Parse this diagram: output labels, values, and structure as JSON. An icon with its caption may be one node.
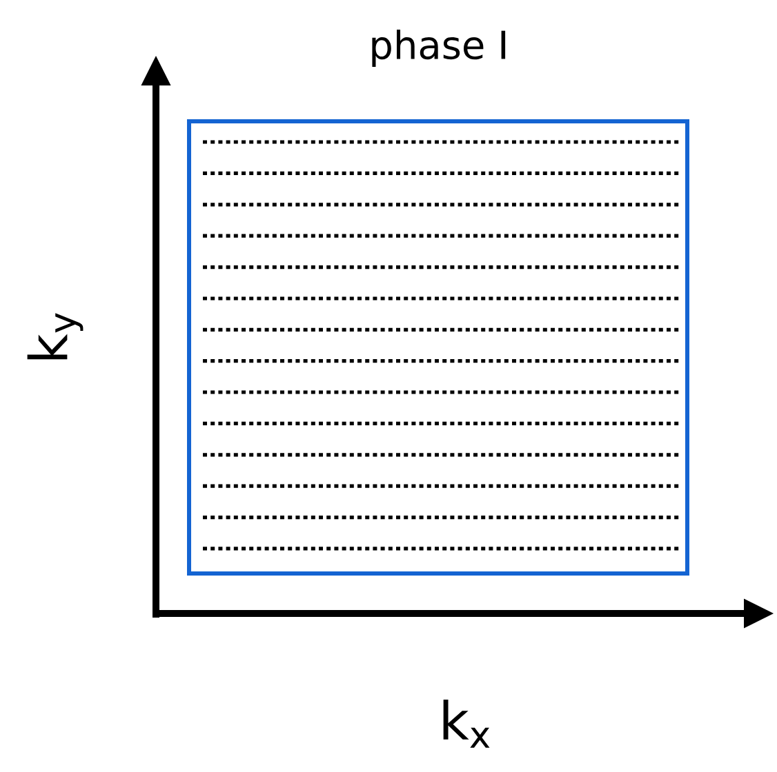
{
  "diagram": {
    "title": "phase I",
    "labels": [
      "k$_{y}$",
      "k$_{x}$"
    ]
  }
}
